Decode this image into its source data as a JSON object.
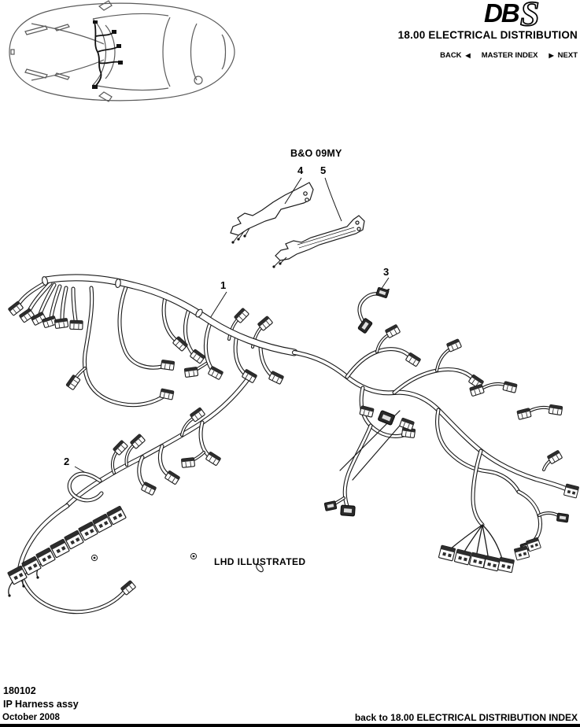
{
  "header": {
    "logo_db": "DB",
    "logo_s": "S",
    "section_title": "18.00 ELECTRICAL DISTRIBUTION",
    "nav": {
      "back_label": "BACK",
      "back_arrow": "◀",
      "master_index_label": "MASTER INDEX",
      "next_arrow": "▶",
      "next_label": "NEXT"
    }
  },
  "diagram": {
    "bo_label": "B&O 09MY",
    "callouts": {
      "item1": "1",
      "item2": "2",
      "item3": "3",
      "item4": "4",
      "item5": "5"
    },
    "lhd_note": "LHD ILLUSTRATED"
  },
  "footer": {
    "part_number": "180102",
    "part_name": "IP Harness assy",
    "date": "October 2008",
    "back_link": "back to 18.00 ELECTRICAL DISTRIBUTION INDEX"
  },
  "colors": {
    "ink": "#000000",
    "line": "#1a1a1a",
    "background": "#ffffff"
  }
}
